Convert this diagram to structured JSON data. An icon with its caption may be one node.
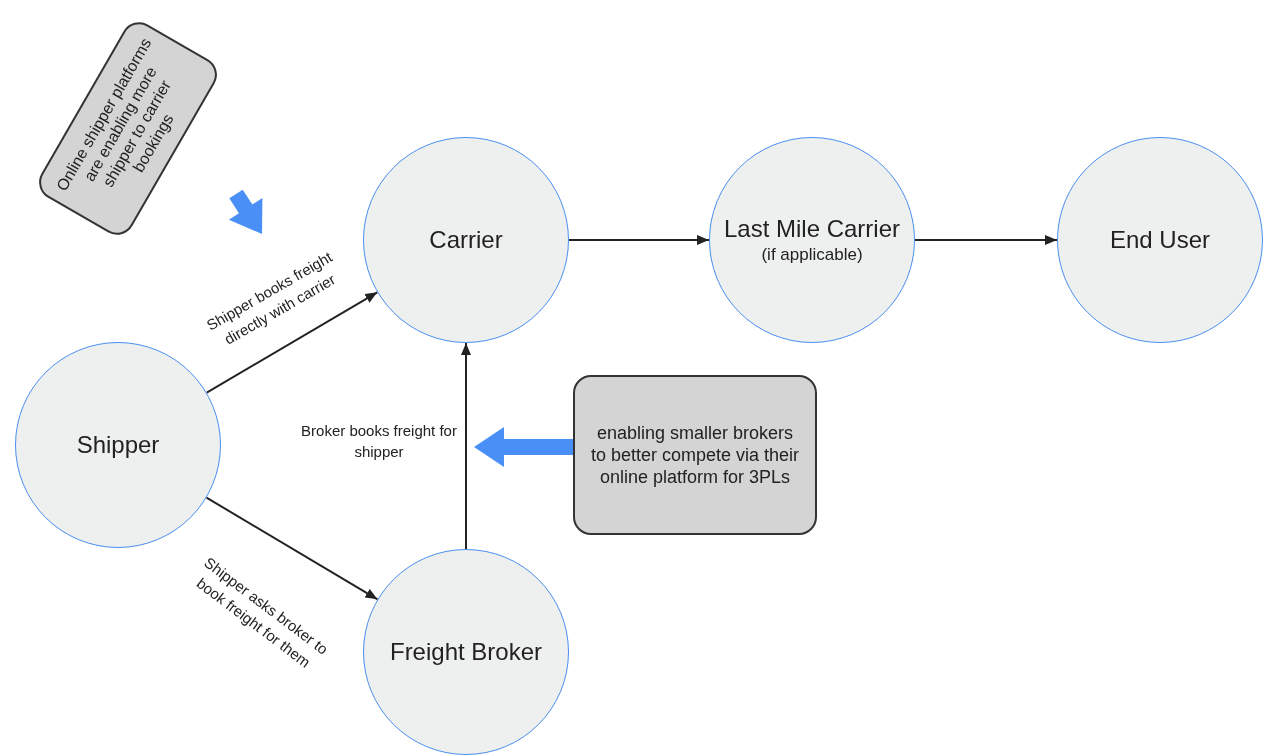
{
  "diagram": {
    "nodes": [
      {
        "text": [
          "Online shipper platforms are enabling more shipper to carrier bookings"
        ]
      },
      {
        "text": [
          "Carrier"
        ]
      },
      {
        "text": [
          "Last Mile Carrier",
          "(if applicable)"
        ]
      },
      {
        "text": [
          "End User"
        ]
      },
      {
        "text": [
          "Shipper"
        ]
      },
      {
        "text": [
          "enabling smaller brokers to better compete via their online platform for 3PLs"
        ]
      },
      {
        "text": [
          "Freight Broker"
        ]
      }
    ],
    "edges": [
      {
        "from": 4,
        "to": 1,
        "arrow": "to",
        "label": "Shipper books freight directly with carrier"
      },
      {
        "from": 1,
        "to": 2,
        "arrow": "to"
      },
      {
        "from": 2,
        "to": 3,
        "arrow": "to"
      },
      {
        "from": 6,
        "to": 1,
        "arrow": "to",
        "label": "Broker books freight for shipper"
      },
      {
        "from": 4,
        "to": 6,
        "arrow": "to",
        "label": "Shipper asks broker to book freight for them"
      },
      {
        "from": 0,
        "to": null,
        "arrow": "to",
        "style": "thick",
        "color": "#4a8ff5"
      },
      {
        "from": 5,
        "to": null,
        "arrow": "to",
        "style": "thick",
        "color": "#4a8ff5"
      }
    ]
  }
}
